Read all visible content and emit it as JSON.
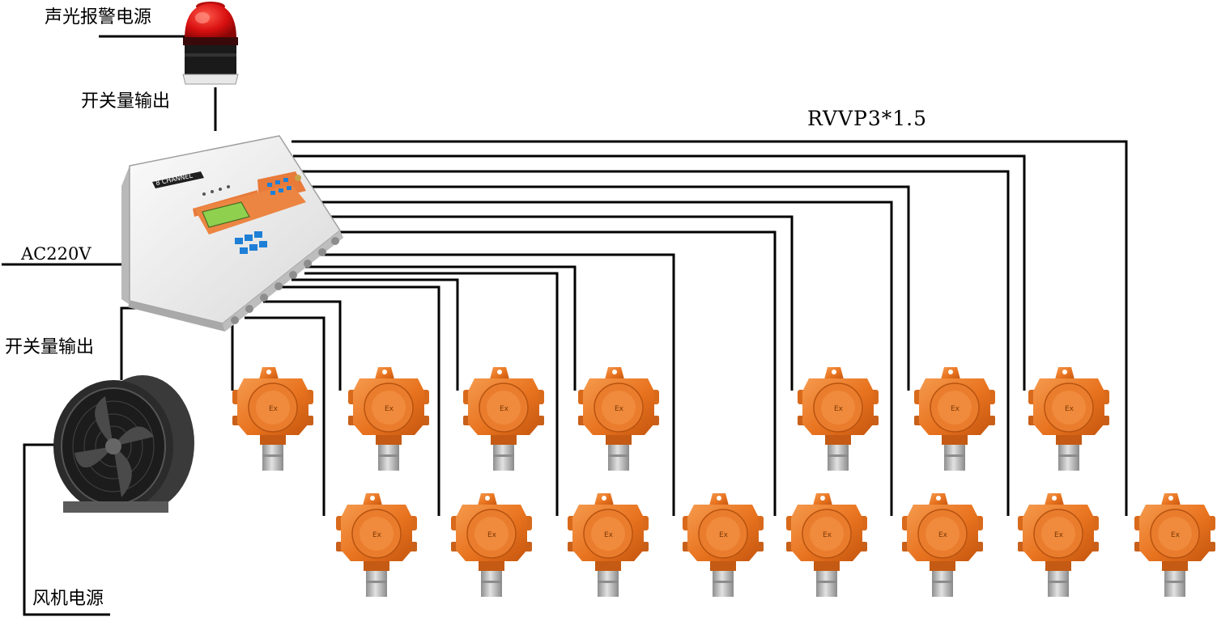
{
  "labels": {
    "alarm_power": "声光报警电源",
    "switch_output_top": "开关量输出",
    "ac_power": "AC220V",
    "switch_output_left": "开关量输出",
    "fan_power": "风机电源",
    "cable_spec": "RVVP3*1.5"
  },
  "controller": {
    "brand": "8 CHANNEL",
    "panel_color": "#e87a3a",
    "screen_color": "#8fd14f",
    "key_color": "#1e7fd6"
  },
  "detector": {
    "badge": "Ex",
    "body_color": "#e8731f",
    "sensor_color": "#b9b9b9"
  },
  "colors": {
    "wire": "#000000",
    "beacon_red": "#d81010",
    "fan_dark": "#2b2b2b"
  },
  "icons": {
    "alarm": "alarm-beacon-icon",
    "controller": "gas-controller-icon",
    "fan": "axial-fan-icon",
    "detector": "gas-detector-icon"
  }
}
